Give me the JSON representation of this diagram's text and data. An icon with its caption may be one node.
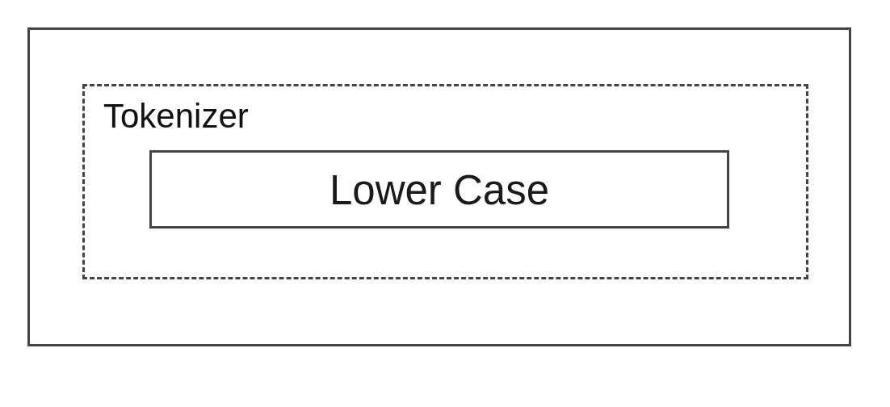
{
  "diagram": {
    "nodes": [
      {
        "text": [],
        "shape": "box"
      },
      {
        "text": [
          "Tokenizer"
        ],
        "in": 0
      },
      {
        "text": [
          "Lower Case"
        ],
        "in": 1
      }
    ]
  }
}
